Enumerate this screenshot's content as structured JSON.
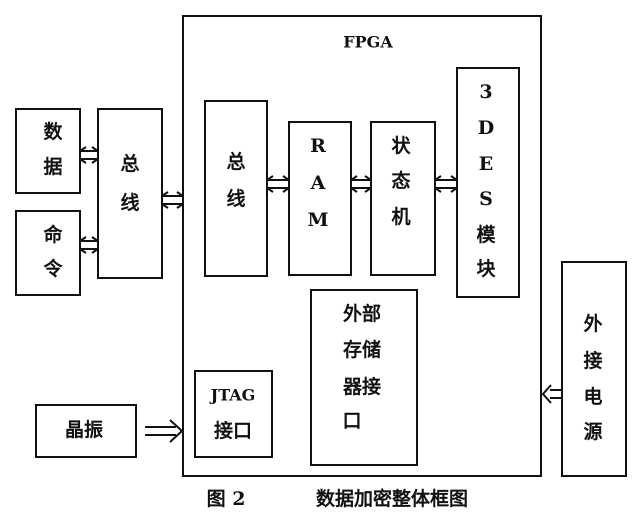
{
  "fpga": {
    "label": "FPGA"
  },
  "blocks": {
    "data": {
      "lines": [
        "数",
        "据"
      ]
    },
    "command": {
      "lines": [
        "命",
        "令"
      ]
    },
    "bus_outer": {
      "lines": [
        "总",
        "线"
      ]
    },
    "bus_inner": {
      "lines": [
        "总",
        "线"
      ]
    },
    "ram": {
      "lines": [
        "R",
        "A",
        "M"
      ]
    },
    "state_machine": {
      "lines": [
        "状",
        "态",
        "机"
      ]
    },
    "des_module": {
      "lines": [
        "3",
        "D",
        "E",
        "S",
        "模",
        "块"
      ]
    },
    "ext_storage": {
      "lines": [
        "外部",
        "存储",
        "器接",
        "口"
      ]
    },
    "jtag": {
      "lines": [
        "JTAG",
        "接口"
      ]
    },
    "crystal": {
      "lines": [
        "晶振"
      ]
    },
    "ext_power": {
      "lines": [
        "外",
        "接",
        "电",
        "源"
      ]
    }
  },
  "caption": {
    "figure": "图 2",
    "title": "数据加密整体框图"
  }
}
